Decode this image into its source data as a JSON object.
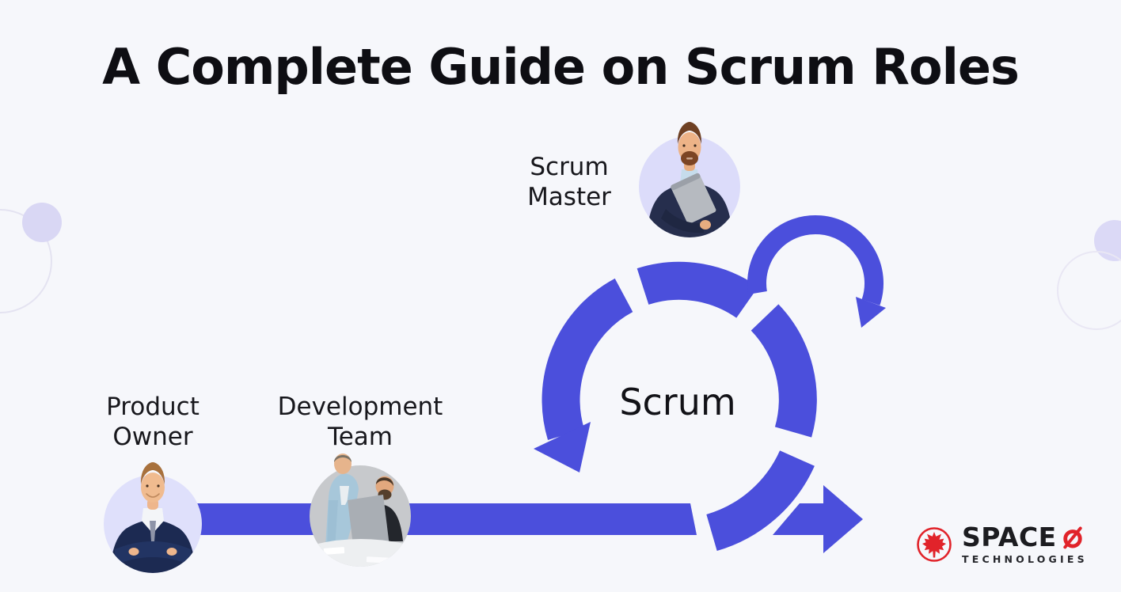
{
  "title": "A Complete Guide on Scrum Roles",
  "diagram": {
    "center_label": "Scrum",
    "arrow_color": "#4B4FDC",
    "shapes": [
      "scrum-cycle-arrow",
      "scrum-loop-arrow",
      "timeline-arrow"
    ]
  },
  "roles": {
    "scrum_master": {
      "label": "Scrum\nMaster",
      "photo": "man-with-beard-holding-laptop"
    },
    "product_owner": {
      "label": "Product\nOwner",
      "photo": "smiling-man-in-navy-suit-arms-crossed"
    },
    "development_team": {
      "label": "Development\nTeam",
      "photo": "two-developers-working-at-laptop"
    }
  },
  "logo": {
    "brand": "SPACE",
    "brand_mark": "slashed-o-icon",
    "tagline": "TECHNOLOGIES",
    "leaf_icon": "maple-leaf-icon",
    "color": "#E1232A"
  },
  "colors": {
    "background": "#F6F7FB",
    "accent": "#4B4FDC",
    "lavender_circle": "#DAD9F7",
    "gray_circle": "#C7C9CC",
    "text": "#121217"
  }
}
